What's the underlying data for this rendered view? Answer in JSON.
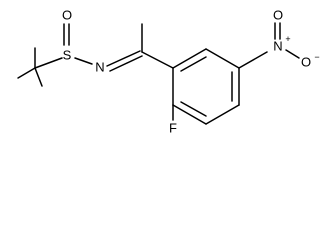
{
  "molecule": {
    "atoms": {
      "sulfinyl_oxygen": "O",
      "sulfur": "S",
      "imine_nitrogen": "N",
      "fluorine": "F",
      "nitro_nitrogen": "N",
      "nitro_nitrogen_charge": "+",
      "nitro_oxygen_top": "O",
      "nitro_oxygen_right": "O",
      "nitro_oxygen_right_charge": "−"
    },
    "colors": {
      "ink": "#000000",
      "background": "#ffffff"
    }
  }
}
